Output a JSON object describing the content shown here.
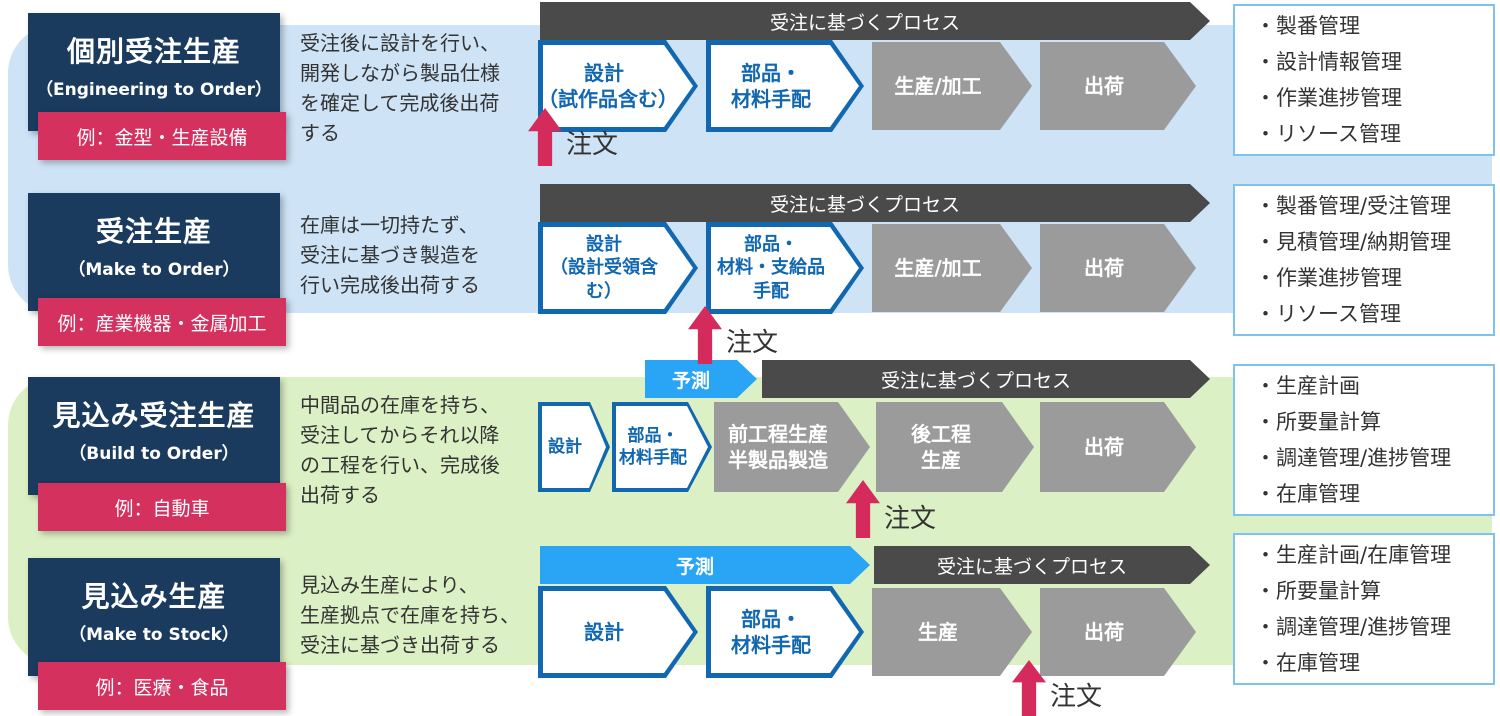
{
  "colors": {
    "band_blue": "#cee3f6",
    "band_green": "#dcf0c5",
    "navy": "#1a3a5e",
    "pink": "#d4315f",
    "step_blue": "#1268b0",
    "step_gray": "#9b9b9b",
    "banner_dark": "#4a4a4b",
    "forecast_blue": "#2aa4f4",
    "arrow_red": "#d52a5c"
  },
  "rows": [
    {
      "title": "個別受注生産",
      "title_en": "（Engineering to Order）",
      "example": "例：金型・生産設備",
      "description": "受注後に設計を行い、\n開発しながら製品仕様\nを確定して完成後出荷\nする",
      "process_banner": "受注に基づくプロセス",
      "order_label": "注文",
      "steps": [
        {
          "label": "設計\n（試作品含む）"
        },
        {
          "label": "部品・\n材料手配"
        },
        {
          "label": "生産/加工"
        },
        {
          "label": "出荷"
        }
      ],
      "features": [
        "・製番管理",
        "・設計情報管理",
        "・作業進捗管理",
        "・リソース管理"
      ]
    },
    {
      "title": "受注生産",
      "title_en": "（Make to Order）",
      "example": "例：産業機器・金属加工",
      "description": "在庫は一切持たず、\n受注に基づき製造を\n行い完成後出荷する",
      "process_banner": "受注に基づくプロセス",
      "order_label": "注文",
      "steps": [
        {
          "label": "設計\n（設計受領含む）"
        },
        {
          "label": "部品・\n材料・支給品\n手配"
        },
        {
          "label": "生産/加工"
        },
        {
          "label": "出荷"
        }
      ],
      "features": [
        "・製番管理/受注管理",
        "・見積管理/納期管理",
        "・作業進捗管理",
        "・リソース管理"
      ]
    },
    {
      "title": "見込み受注生産",
      "title_en": "（Build to Order）",
      "example": "例：自動車",
      "description": "中間品の在庫を持ち、\n受注してからそれ以降\nの工程を行い、完成後\n出荷する",
      "forecast_banner": "予測",
      "process_banner": "受注に基づくプロセス",
      "order_label": "注文",
      "steps": [
        {
          "label": "設計"
        },
        {
          "label": "部品・\n材料手配"
        },
        {
          "label": "前工程生産\n半製品製造"
        },
        {
          "label": "後工程\n生産"
        },
        {
          "label": "出荷"
        }
      ],
      "features": [
        "・生産計画",
        "・所要量計算",
        "・調達管理/進捗管理",
        "・在庫管理"
      ]
    },
    {
      "title": "見込み生産",
      "title_en": "（Make to Stock）",
      "example": "例：医療・食品",
      "description": "見込み生産により、\n生産拠点で在庫を持ち、\n受注に基づき出荷する",
      "forecast_banner": "予測",
      "process_banner": "受注に基づくプロセス",
      "order_label": "注文",
      "steps": [
        {
          "label": "設計"
        },
        {
          "label": "部品・\n材料手配"
        },
        {
          "label": "生産"
        },
        {
          "label": "出荷"
        }
      ],
      "features": [
        "・生産計画/在庫管理",
        "・所要量計算",
        "・調達管理/進捗管理",
        "・在庫管理"
      ]
    }
  ]
}
